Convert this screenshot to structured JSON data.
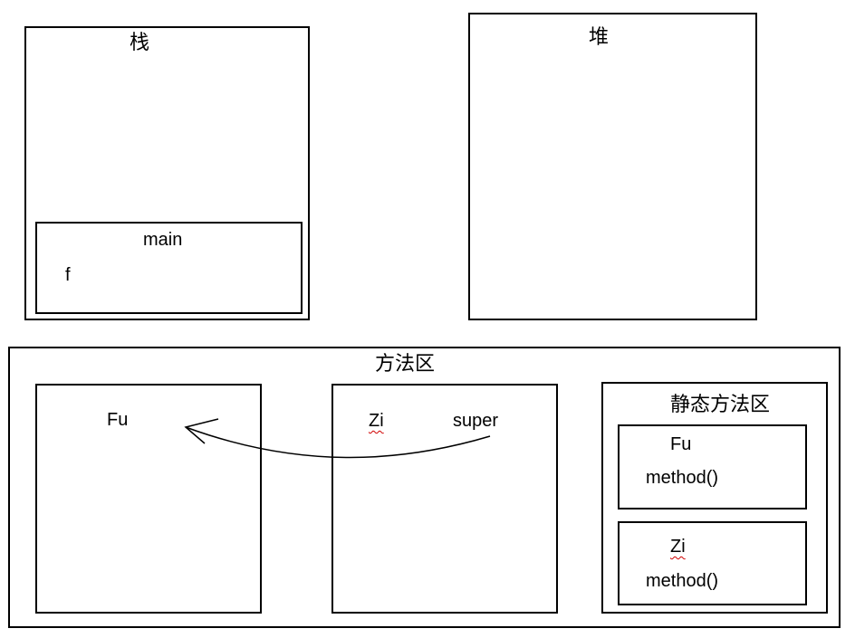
{
  "stack": {
    "title": "栈",
    "frame": {
      "title": "main",
      "variable": "f"
    }
  },
  "heap": {
    "title": "堆"
  },
  "method_area": {
    "title": "方法区",
    "fu_class": {
      "name": "Fu"
    },
    "zi_class": {
      "name": "Zi",
      "super_label": "super"
    },
    "static_area": {
      "title": "静态方法区",
      "fu": {
        "name": "Fu",
        "method": "method()"
      },
      "zi": {
        "name": "Zi",
        "method": "method()"
      }
    }
  }
}
